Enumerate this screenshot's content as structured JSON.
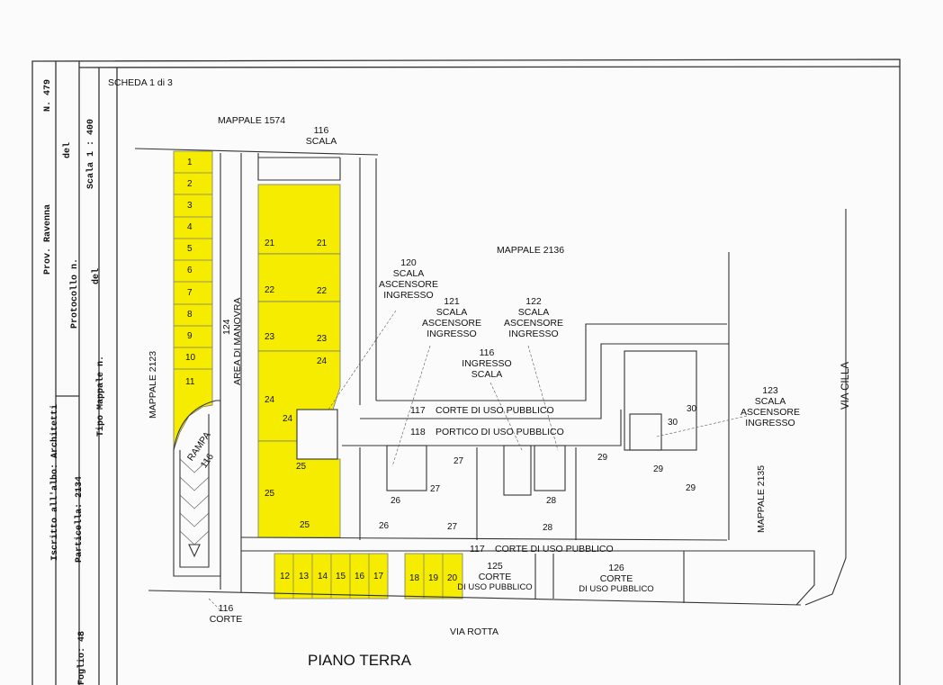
{
  "title_block": {
    "number_label": "N.",
    "number": "479",
    "province": "Prov. Ravenna",
    "albo": "Iscritto all'albo: Architetti",
    "protocollo": "Protocollo n.",
    "protocollo_del": "del",
    "particella": "Particella: 2134",
    "foglio": "Foglio: 48",
    "scala": "Scala 1 : 400",
    "tipo_del": "del",
    "tipo_mappale": "Tipo Mappale n."
  },
  "sheet": "SCHEDA 1 di 3",
  "floor_title": "PIANO TERRA",
  "colors": {
    "unit_fill": "#f5ec00",
    "line": "#333333"
  },
  "labels": {
    "mappale_1574": "MAPPALE 1574",
    "scala_116_num": "116",
    "scala_116": "SCALA",
    "mappale_2136": "MAPPALE 2136",
    "mappale_2123": "MAPPALE 2123",
    "mappale_2135": "MAPPALE 2135",
    "via_cilla": "VIA CILLA",
    "via_rotta": "VIA ROTTA",
    "area_num": "124",
    "area": "AREA DI MANOVRA",
    "rampa": "RAMPA",
    "rampa_num": "116",
    "l120": [
      "120",
      "SCALA",
      "ASCENSORE",
      "INGRESSO"
    ],
    "l121": [
      "121",
      "SCALA",
      "ASCENSORE",
      "INGRESSO"
    ],
    "l122": [
      "122",
      "SCALA",
      "ASCENSORE",
      "INGRESSO"
    ],
    "l116": [
      "116",
      "INGRESSO",
      "SCALA"
    ],
    "l123": [
      "123",
      "SCALA",
      "ASCENSORE",
      "INGRESSO"
    ],
    "corte117_num": "117",
    "corte117": "CORTE DI USO PUBBLICO",
    "portico118_num": "118",
    "portico118": "PORTICO DI USO PUBBLICO",
    "corte117b_num": "117",
    "corte117b": "CORTE DI USO PUBBLICO",
    "c125": [
      "125",
      "CORTE",
      "DI USO PUBBLICO"
    ],
    "c126": [
      "126",
      "CORTE",
      "DI USO PUBBLICO"
    ],
    "corte116": [
      "116",
      "CORTE"
    ]
  },
  "left_spots": [
    "1",
    "2",
    "3",
    "4",
    "5",
    "6",
    "7",
    "8",
    "9",
    "10",
    "11"
  ],
  "bottom_spots_a": [
    "12",
    "13",
    "14",
    "15",
    "16",
    "17"
  ],
  "bottom_spots_b": [
    "18",
    "19",
    "20"
  ],
  "unit_numbers": {
    "u21a": "21",
    "u21b": "21",
    "u22a": "22",
    "u22b": "22",
    "u23a": "23",
    "u23b": "23",
    "u24a": "24",
    "u24b": "24",
    "u24c": "24",
    "u25a": "25",
    "u25b": "25",
    "u25c": "25",
    "u26a": "26",
    "u26b": "26",
    "u27a": "27",
    "u27b": "27",
    "u27c": "27",
    "u28a": "28",
    "u28b": "28",
    "u29a": "29",
    "u29b": "29",
    "u29c": "29",
    "u30a": "30",
    "u30b": "30"
  }
}
